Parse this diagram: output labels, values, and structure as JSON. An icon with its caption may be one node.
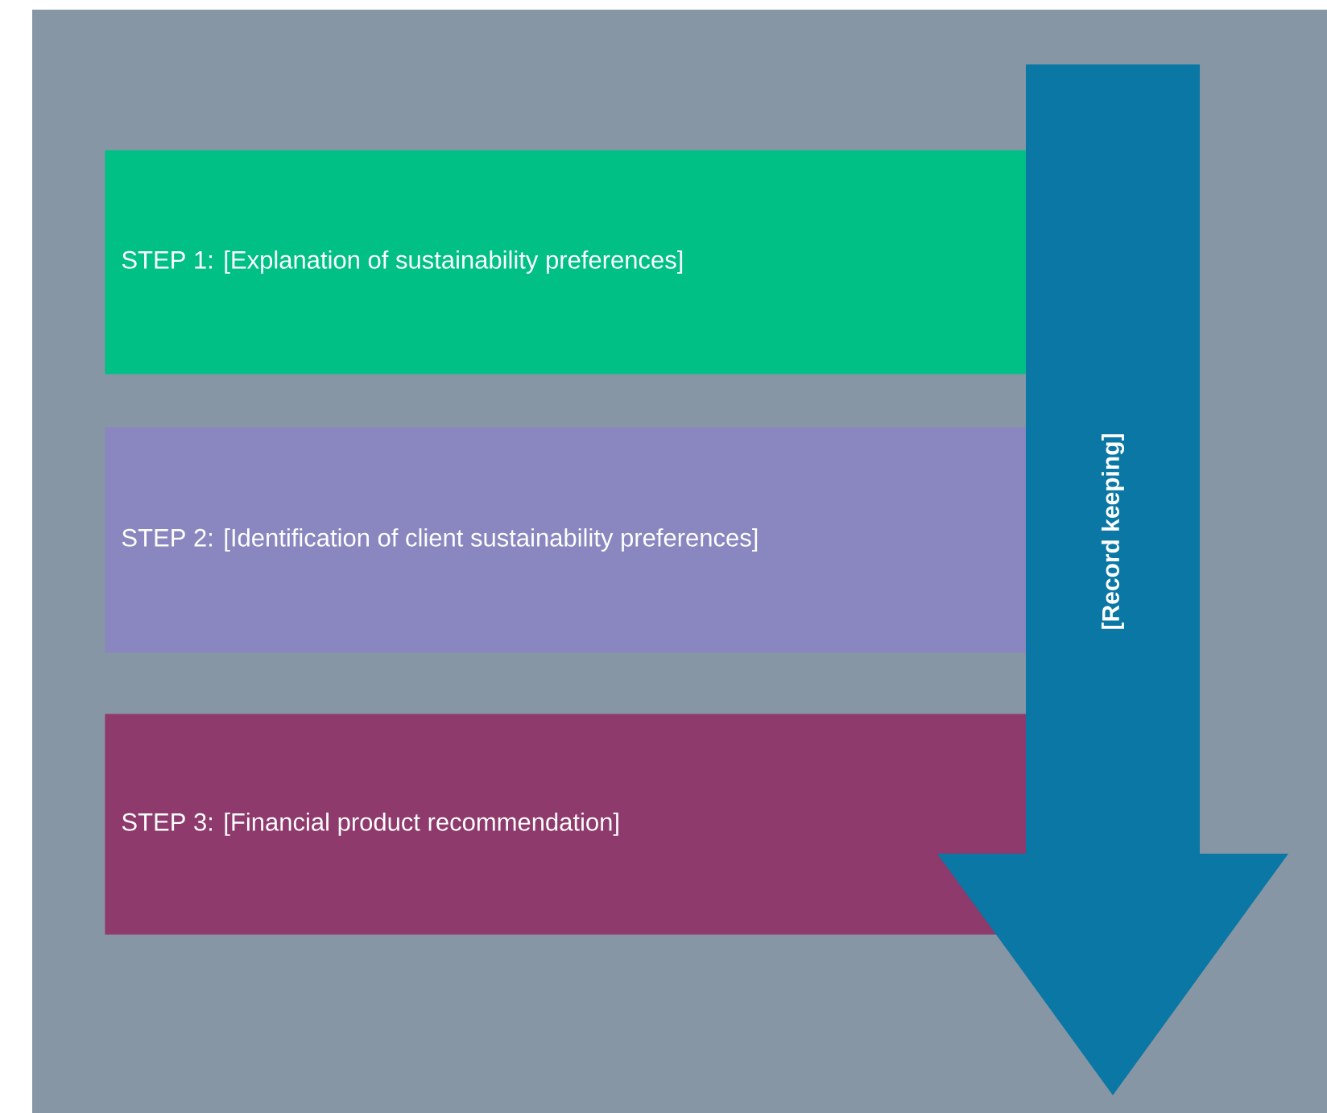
{
  "diagram": {
    "nodes": [
      {
        "text": [
          "STEP 1: [Explanation of sustainability preferences]"
        ]
      },
      {
        "text": [
          "STEP 2: [Identification of client sustainability preferences]"
        ]
      },
      {
        "text": [
          "STEP 3: [Financial product recommendation]"
        ]
      },
      {
        "text": [
          "[Record keeping]"
        ]
      }
    ]
  }
}
